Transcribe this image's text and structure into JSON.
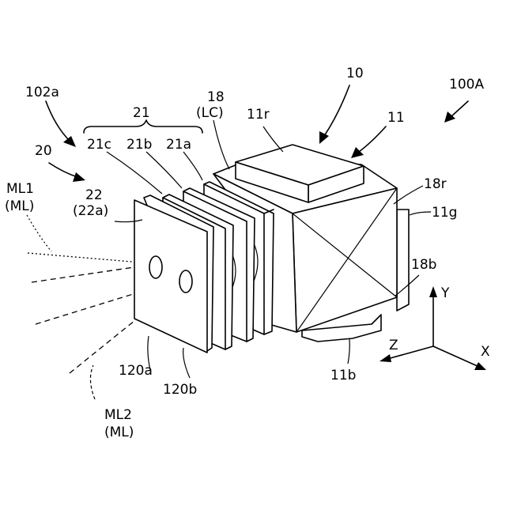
{
  "labels": {
    "l100A": "100A",
    "l10": "10",
    "l11": "11",
    "l11r": "11r",
    "l11g": "11g",
    "l11b": "11b",
    "l18": "18",
    "lLC": "(LC)",
    "l18r": "18r",
    "l18b": "18b",
    "l102a": "102a",
    "l20": "20",
    "l21": "21",
    "l21a": "21a",
    "l21b": "21b",
    "l21c": "21c",
    "l22": "22",
    "l22a": "(22a)",
    "lML1": "ML1",
    "lML1p": "(ML)",
    "lML2": "ML2",
    "lML2p": "(ML)",
    "l120a": "120a",
    "l120b": "120b",
    "axisX": "X",
    "axisY": "Y",
    "axisZ": "Z"
  }
}
